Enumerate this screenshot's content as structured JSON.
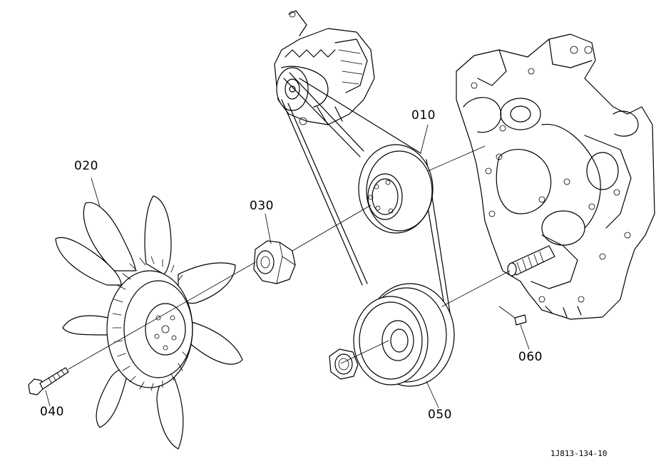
{
  "callouts": {
    "fan_belt": "010",
    "fan": "020",
    "spacer": "030",
    "bolt": "040",
    "pulley": "050",
    "key": "060"
  },
  "figure_id": "1J813-134-10"
}
